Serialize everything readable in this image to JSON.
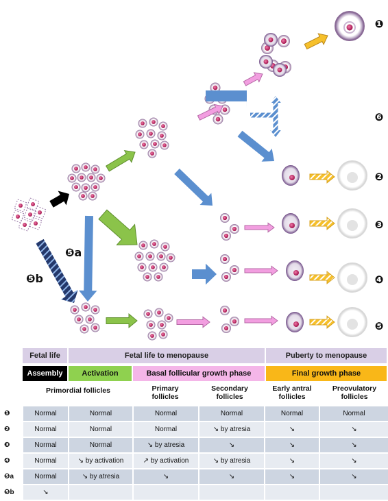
{
  "scenarios": [
    "❶",
    "❷",
    "❸",
    "❹",
    "❺",
    "❻"
  ],
  "paths": {
    "a": "❺a",
    "b": "❺b"
  },
  "stage_headers": {
    "fetal_life": "Fetal life",
    "fetal_to_menopause": "Fetal life to menopause",
    "puberty_to_menopause": "Puberty to menopause"
  },
  "phases": {
    "assembly": "Assembly",
    "activation": "Activation",
    "basal": "Basal follicular growth phase",
    "final": "Final growth phase"
  },
  "columns": {
    "primordial": "Primordial follicles",
    "primary": "Primary follicles",
    "secondary": "Secondary follicles",
    "early_antral": "Early antral follicles",
    "preovulatory": "Preovulatory follicles"
  },
  "colors": {
    "assembly": "#000000",
    "activation": "#8fd14f",
    "basal": "#f4b6e8",
    "final": "#f9b718",
    "header": "#d9cfe6",
    "arrow_blue": "#5b8fcf",
    "arrow_green": "#8bc34a",
    "arrow_pink": "#f29ee0",
    "arrow_yellow": "#f6c02b"
  },
  "table": {
    "rows": [
      {
        "label": "❶",
        "cells": [
          "Normal",
          "Normal",
          "Normal",
          "Normal",
          "Normal",
          "Normal"
        ]
      },
      {
        "label": "❷",
        "cells": [
          "Normal",
          "Normal",
          "Normal",
          "↘ by atresia",
          "↘",
          "↘"
        ]
      },
      {
        "label": "❸",
        "cells": [
          "Normal",
          "Normal",
          "↘ by atresia",
          "↘",
          "↘",
          "↘"
        ]
      },
      {
        "label": "❹",
        "cells": [
          "Normal",
          "↘ by activation",
          "↗ by activation",
          "↘ by atresia",
          "↘",
          "↘"
        ]
      },
      {
        "label": "❺a",
        "cells": [
          "Normal",
          "↘ by atresia",
          "↘",
          "↘",
          "↘",
          "↘"
        ]
      },
      {
        "label": "❺b",
        "cells": [
          "↘",
          "",
          "",
          "",
          "",
          ""
        ]
      }
    ]
  }
}
